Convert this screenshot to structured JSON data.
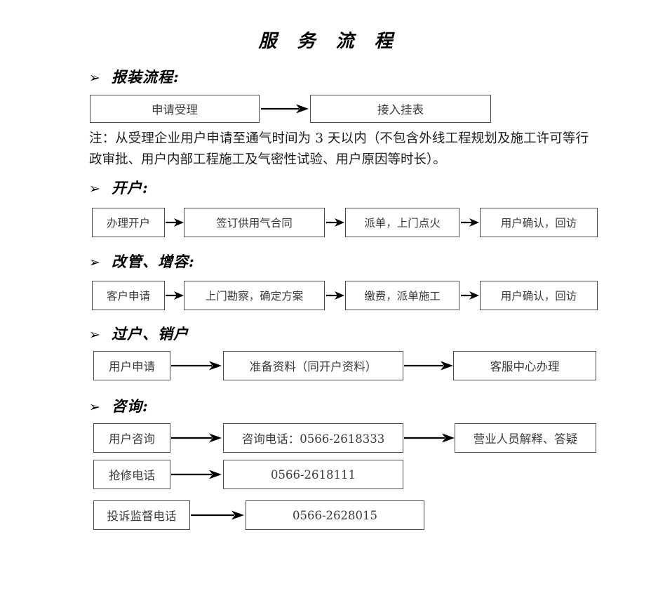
{
  "document": {
    "title": "服 务 流 程",
    "bullet_glyph": "➢"
  },
  "sections": [
    {
      "heading": "报装流程:",
      "note": "注：从受理企业用户申请至通气时间为 3 天以内（不包含外线工程规划及施工许可等行政审批、用户内部工程施工及气密性试验、用户原因等时长）。",
      "boxes": [
        "申请受理",
        "接入挂表"
      ]
    },
    {
      "heading": "开户:",
      "boxes": [
        "办理开户",
        "签订供用气合同",
        "派单，上门点火",
        "用户确认，回访"
      ]
    },
    {
      "heading": "改管、增容:",
      "boxes": [
        "客户申请",
        "上门勘察，确定方案",
        "缴费，派单施工",
        "用户确认，回访"
      ]
    },
    {
      "heading": "过户、销户",
      "boxes": [
        "用户申请",
        "准备资料（同开户资料）",
        "客服中心办理"
      ]
    },
    {
      "heading": "咨询:",
      "rows": [
        [
          "用户咨询",
          "咨询电话：0566-2618333",
          "营业人员解释、答疑"
        ],
        [
          "抢修电话",
          "0566-2618111"
        ],
        [
          "投诉监督电话",
          "0566-2628015"
        ]
      ]
    }
  ],
  "colors": {
    "box_border": "#4c4c4c",
    "box_text": "#3d3a37",
    "arrow": "#000000",
    "heading": "#000000",
    "page_background": "#ffffff"
  }
}
